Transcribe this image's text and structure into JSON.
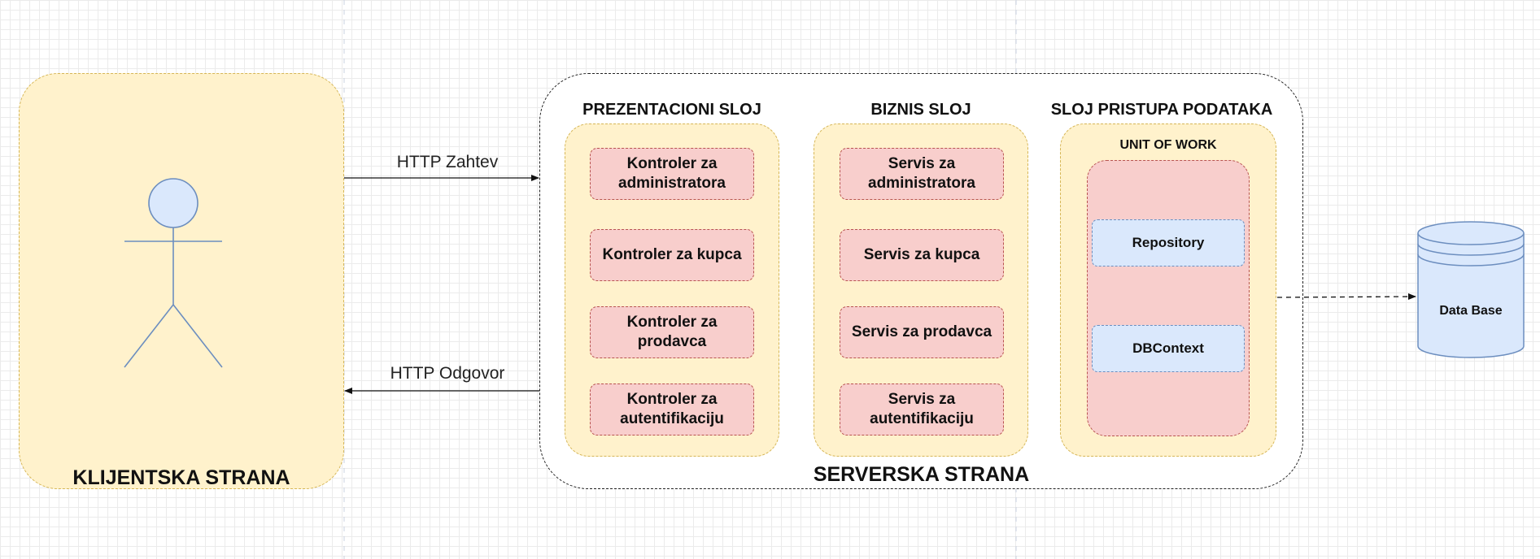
{
  "client": {
    "title": "KLIJENTSKA STRANA",
    "actor_icon": "stick-figure-actor-icon"
  },
  "edges": {
    "request_label": "HTTP Zahtev",
    "response_label": "HTTP Odgovor"
  },
  "server": {
    "title": "SERVERSKA STRANA",
    "presentation": {
      "heading": "PREZENTACIONI SLOJ",
      "items": [
        "Kontroler za administratora",
        "Kontroler za kupca",
        "Kontroler za prodavca",
        "Kontroler za autentifikaciju"
      ]
    },
    "business": {
      "heading": "BIZNIS SLOJ",
      "items": [
        "Servis za administratora",
        "Servis za kupca",
        "Servis za prodavca",
        "Servis za autentifikaciju"
      ]
    },
    "data_access": {
      "heading": "SLOJ PRISTUPA PODATAKA",
      "unit_of_work": {
        "label": "UNIT OF WORK",
        "items": [
          "Repository",
          "DBContext"
        ]
      }
    }
  },
  "database": {
    "label": "Data Base",
    "icon": "database-cylinder-icon"
  },
  "colors": {
    "container_fill": "#fff2cc",
    "container_stroke": "#d6b656",
    "item_fill": "#f8cecc",
    "item_stroke": "#b85450",
    "blue_fill": "#dae8fc",
    "blue_stroke": "#6c8ebf"
  }
}
